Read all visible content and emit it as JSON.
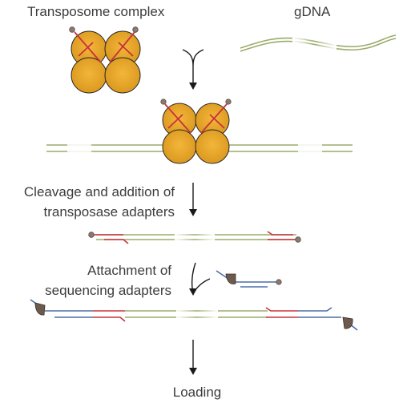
{
  "labels": {
    "transposome": "Transposome complex",
    "gdna": "gDNA",
    "cleavage_line1": "Cleavage and addition of",
    "cleavage_line2": "transposase adapters",
    "attachment_line1": "Attachment of",
    "attachment_line2": "sequencing adapters",
    "loading": "Loading"
  },
  "colors": {
    "dna_green": "#9aab6a",
    "transposase_orange": "#e8a82c",
    "transposase_outline": "#2a2a2a",
    "adapter_red": "#c8323c",
    "sequencing_blue": "#4a6fa5",
    "bead_grey": "#8a7a72",
    "arrow_black": "#1a1a1a"
  }
}
